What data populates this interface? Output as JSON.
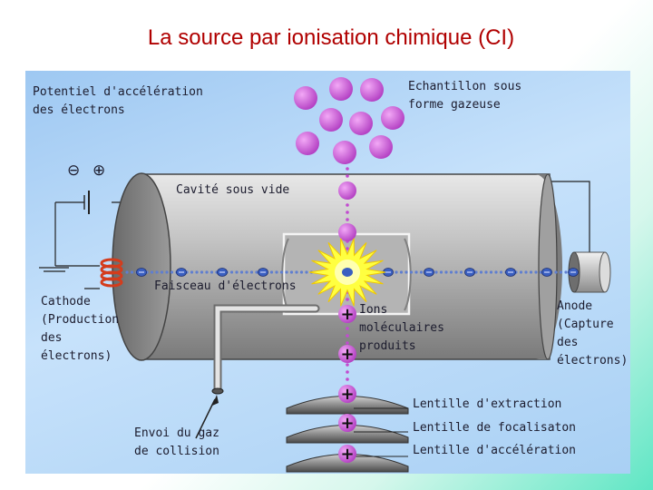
{
  "slide": {
    "title": "La source par ionisation chimique (CI)"
  },
  "labels": {
    "potentiel": "Potentiel d'accélération\ndes électrons",
    "echantillon": "Echantillon sous\nforme gazeuse",
    "cavite": "Cavité sous vide",
    "faisceau": "Faisceau d'électrons",
    "cathode": "Cathode\n(Production\ndes\nélectrons)",
    "ions": "Ions\nmoléculaires\nproduits",
    "anode": "Anode\n(Capture\ndes\nélectrons)",
    "extraction": "Lentille d'extraction",
    "focalisation": "Lentille de focalisaton",
    "acceleration": "Lentille d'accélération",
    "gaz": "Envoi du gaz\nde collision"
  },
  "symbols": {
    "minus": "⊖",
    "plus": "⊕",
    "ion_charge": "+"
  },
  "colors": {
    "sample": "#c24bd0",
    "electron": "#3a5fc0",
    "title": "#b00000",
    "flash": "#ffff40"
  }
}
